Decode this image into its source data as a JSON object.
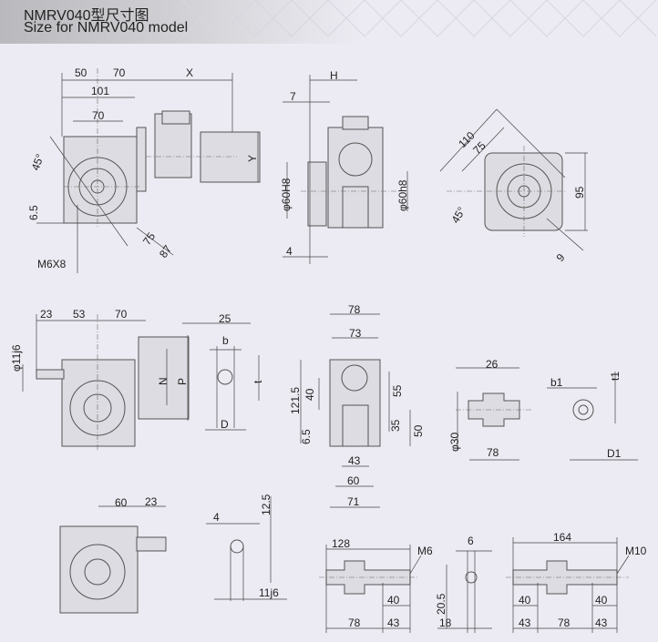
{
  "header": {
    "title_cn": "NMRV040型尺寸图",
    "title_en": "Size for NMRV040 model"
  },
  "view_motor": {
    "d50": "50",
    "d70a": "70",
    "x": "X",
    "d101": "101",
    "d70b": "70",
    "angle": "45°",
    "y": "Y",
    "d6_5": "6.5",
    "d75": "75",
    "d87": "87",
    "thread": "M6X8"
  },
  "view_flange_side": {
    "h": "H",
    "d7": "7",
    "bore_in": "φ60H8",
    "bore_out": "φ60h8",
    "d4": "4"
  },
  "view_flange_face": {
    "d110": "110",
    "d75": "75",
    "d95": "95",
    "angle": "45°",
    "d9": "9"
  },
  "view_input": {
    "shaft": "φ11j6",
    "d23": "23",
    "d53": "53",
    "d70": "70",
    "n": "N",
    "p": "P"
  },
  "view_shaft_section": {
    "d25": "25",
    "b": "b",
    "t": "t",
    "d": "D"
  },
  "view_side": {
    "d78": "78",
    "d73": "73",
    "d121_5": "121.5",
    "d40": "40",
    "d55": "55",
    "d35": "35",
    "d50": "50",
    "d6_5": "6.5",
    "d43": "43",
    "d60": "60",
    "d71": "71"
  },
  "view_hollow": {
    "d26": "26",
    "d30": "φ30",
    "d78": "78",
    "b1": "b1",
    "t1": "t1",
    "d1": "D1"
  },
  "view_output": {
    "d60": "60",
    "d23": "23",
    "d4": "4",
    "d12_5": "12.5",
    "shaft": "11j6"
  },
  "view_single_shaft": {
    "d128": "128",
    "thread": "M6",
    "d40": "40",
    "d78": "78",
    "d43": "43"
  },
  "view_key": {
    "d6": "6",
    "d20_5": "20.5",
    "d18": "18"
  },
  "view_double_shaft": {
    "d164": "164",
    "thread": "M10",
    "d40a": "40",
    "d40b": "40",
    "d43a": "43",
    "d78": "78",
    "d43b": "43"
  }
}
